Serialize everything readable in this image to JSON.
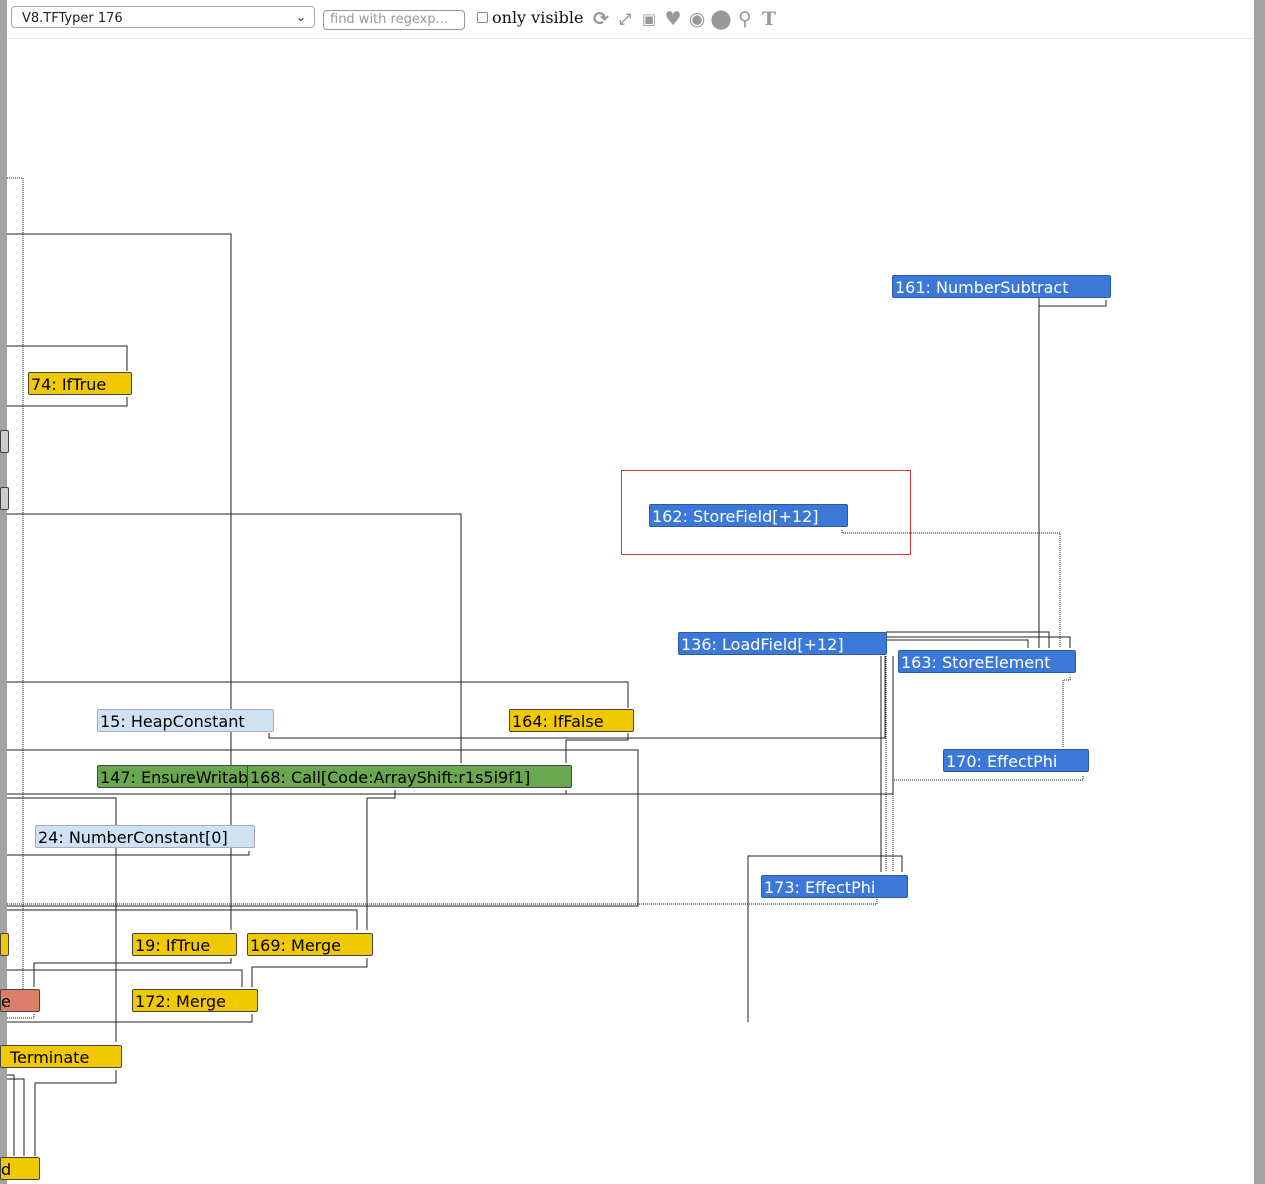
{
  "toolbar": {
    "phase_select": "V8.TFTyper 176",
    "search_placeholder": "find with regexp…",
    "only_visible_label": "only visible",
    "icons": [
      "layout-icon",
      "show-all-icon",
      "toggle-types-icon",
      "hide-unselected-icon",
      "show-selected-icon",
      "hide-selected-icon",
      "zoom-selection-icon",
      "toggle-types-text-icon"
    ]
  },
  "nodes": {
    "n161": "161: NumberSubtract",
    "n74": "74: IfTrue",
    "n162": "162: StoreField[+12]",
    "n136": "136: LoadField[+12]",
    "n163": "163: StoreElement",
    "n15": "15: HeapConstant",
    "n164": "164: IfFalse",
    "n170": "170: EffectPhi",
    "n147": "147: EnsureWritab",
    "n168": "168: Call[Code:ArrayShift:r1s5i9f1]",
    "n24": "24: NumberConstant[0]",
    "n173": "173: EffectPhi",
    "n19": "19: IfTrue",
    "n169": "169: Merge",
    "n172": "172: Merge",
    "nRed": "e",
    "nTerminate": "Terminate",
    "nEnd": "d"
  },
  "colors": {
    "effect": "#3c78d8",
    "control": "#f1c900",
    "call": "#6aa84f",
    "constant": "#cfe2f3",
    "selection": "#dd3333"
  }
}
